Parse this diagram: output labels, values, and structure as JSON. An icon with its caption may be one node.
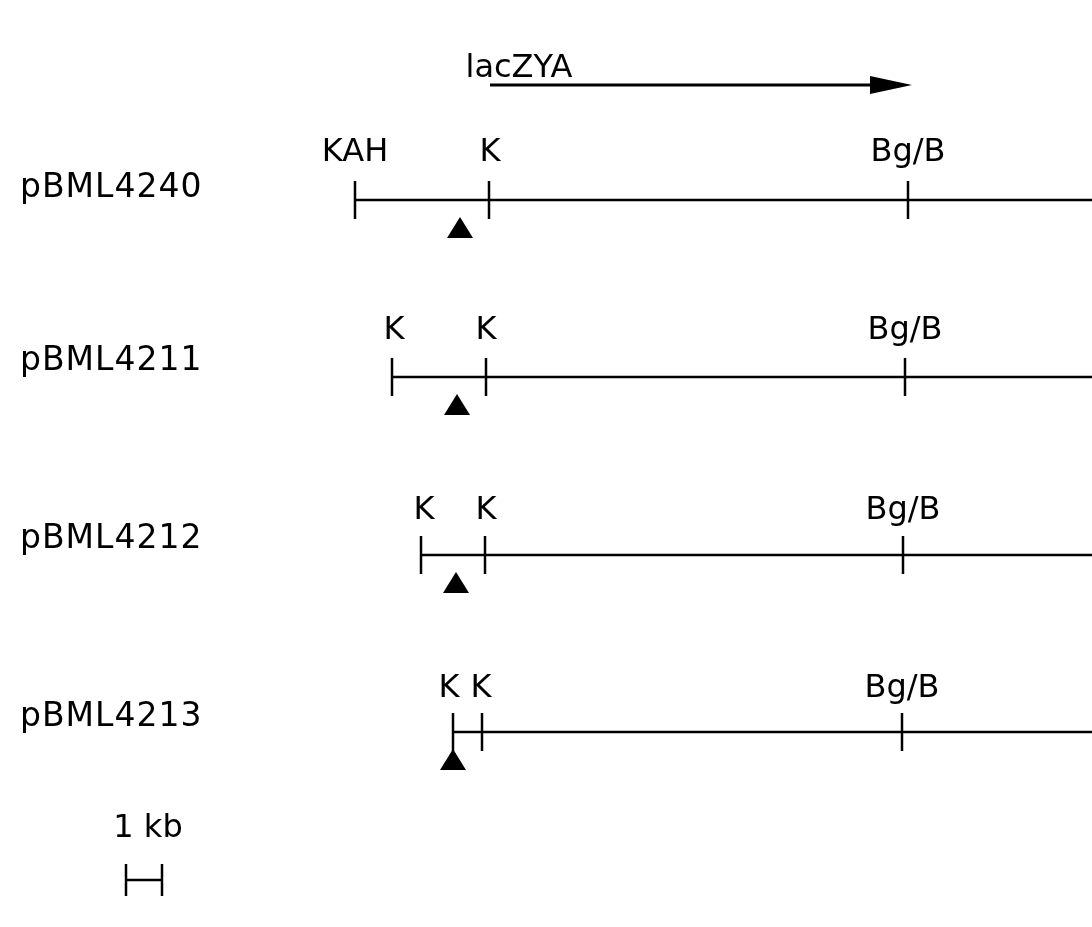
{
  "diagram": {
    "labels": [
      "lacZYA",
      "KAH",
      "K",
      "Bg/B",
      "pBML4240",
      "K",
      "K",
      "Bg/B",
      "pBML4211",
      "K",
      "K",
      "Bg/B",
      "pBML4212",
      "K",
      "K",
      "Bg/B",
      "pBML4213",
      "1 kb"
    ]
  }
}
